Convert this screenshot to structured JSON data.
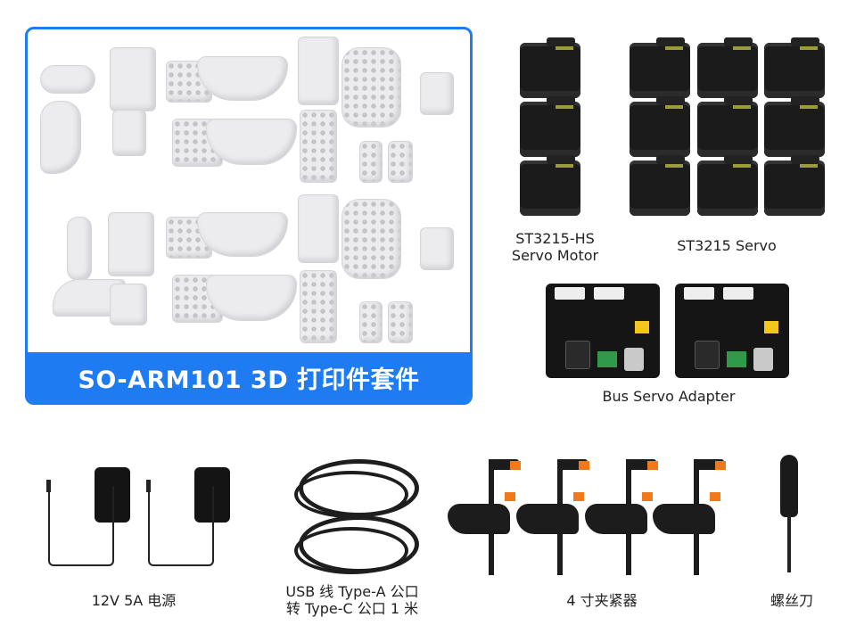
{
  "kit": {
    "title": "SO-ARM101 3D 打印件套件",
    "accent_color": "#1e7bf2"
  },
  "servos": {
    "hs_label_line1": "ST3215-HS",
    "hs_label_line2": "Servo Motor",
    "hs_count": 3,
    "std_label": "ST3215 Servo",
    "std_count": 9
  },
  "adapter": {
    "label": "Bus Servo Adapter",
    "count": 2
  },
  "accessories": [
    {
      "label": "12V 5A 电源"
    },
    {
      "label_line1": "USB 线 Type-A 公口",
      "label_line2": "转 Type-C 公口 1 米"
    },
    {
      "label": "4 寸夹紧器"
    },
    {
      "label": "螺丝刀"
    }
  ]
}
